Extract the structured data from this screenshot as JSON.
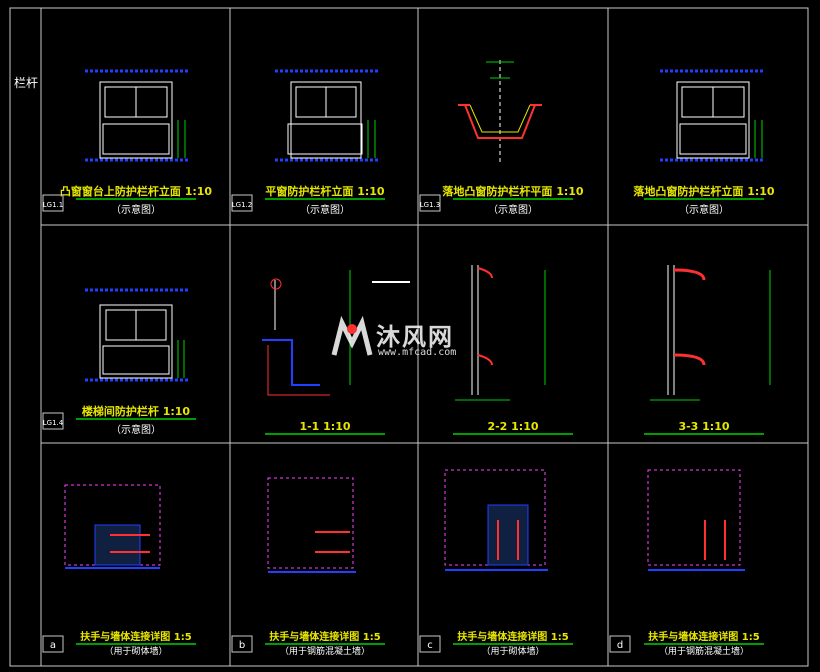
{
  "side_label": "栏杆",
  "panels": [
    {
      "title": "凸窗窗台上防护栏杆立面",
      "scale": "1:10",
      "subtitle": "（示意图）",
      "code": "LG1.1"
    },
    {
      "title": "平窗防护栏杆立面",
      "scale": "1:10",
      "subtitle": "（示意图）",
      "code": "LG1.2"
    },
    {
      "title": "落地凸窗防护栏杆平面",
      "scale": "1:10",
      "subtitle": "（示意图）",
      "code": "LG1.3"
    },
    {
      "title": "落地凸窗防护栏杆立面",
      "scale": "1:10",
      "subtitle": "（示意图）",
      "code": ""
    },
    {
      "title": "楼梯间防护栏杆",
      "scale": "1:10",
      "subtitle": "（示意图）",
      "code": "LG1.4"
    },
    {
      "title": "1-1",
      "scale": "1:10",
      "subtitle": "",
      "code": ""
    },
    {
      "title": "2-2",
      "scale": "1:10",
      "subtitle": "",
      "code": ""
    },
    {
      "title": "3-3",
      "scale": "1:10",
      "subtitle": "",
      "code": ""
    },
    {
      "title": "扶手与墙体连接详图",
      "scale": "1:5",
      "subtitle": "（用于砌体墙）",
      "code": "a"
    },
    {
      "title": "扶手与墙体连接详图",
      "scale": "1:5",
      "subtitle": "（用于钢筋混凝土墙）",
      "code": "b"
    },
    {
      "title": "扶手与墙体连接详图",
      "scale": "1:5",
      "subtitle": "（用于砌体墙）",
      "code": "c"
    },
    {
      "title": "扶手与墙体连接详图",
      "scale": "1:5",
      "subtitle": "（用于钢筋混凝土墙）",
      "code": "d"
    }
  ],
  "watermark": {
    "name": "沐风网",
    "url": "www.mfcad.com"
  },
  "colors": {
    "line": "#ffffff",
    "green": "#00d000",
    "yellow": "#e6e600",
    "red": "#ff3030",
    "blue": "#2040ff",
    "cyan": "#00c8c8",
    "magenta": "#ff40ff"
  }
}
